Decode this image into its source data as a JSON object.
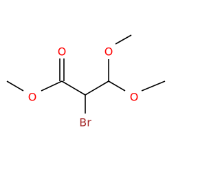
{
  "molecule": {
    "atoms": [
      {
        "id": "o1",
        "label": "O",
        "color": "#ff0000"
      },
      {
        "id": "o2",
        "label": "O",
        "color": "#ff0000"
      },
      {
        "id": "o3",
        "label": "O",
        "color": "#ff0000"
      },
      {
        "id": "o4",
        "label": "O",
        "color": "#ff0000"
      },
      {
        "id": "br1",
        "label": "Br",
        "color": "#a52a2a"
      }
    ],
    "bond_color": "#000000"
  }
}
